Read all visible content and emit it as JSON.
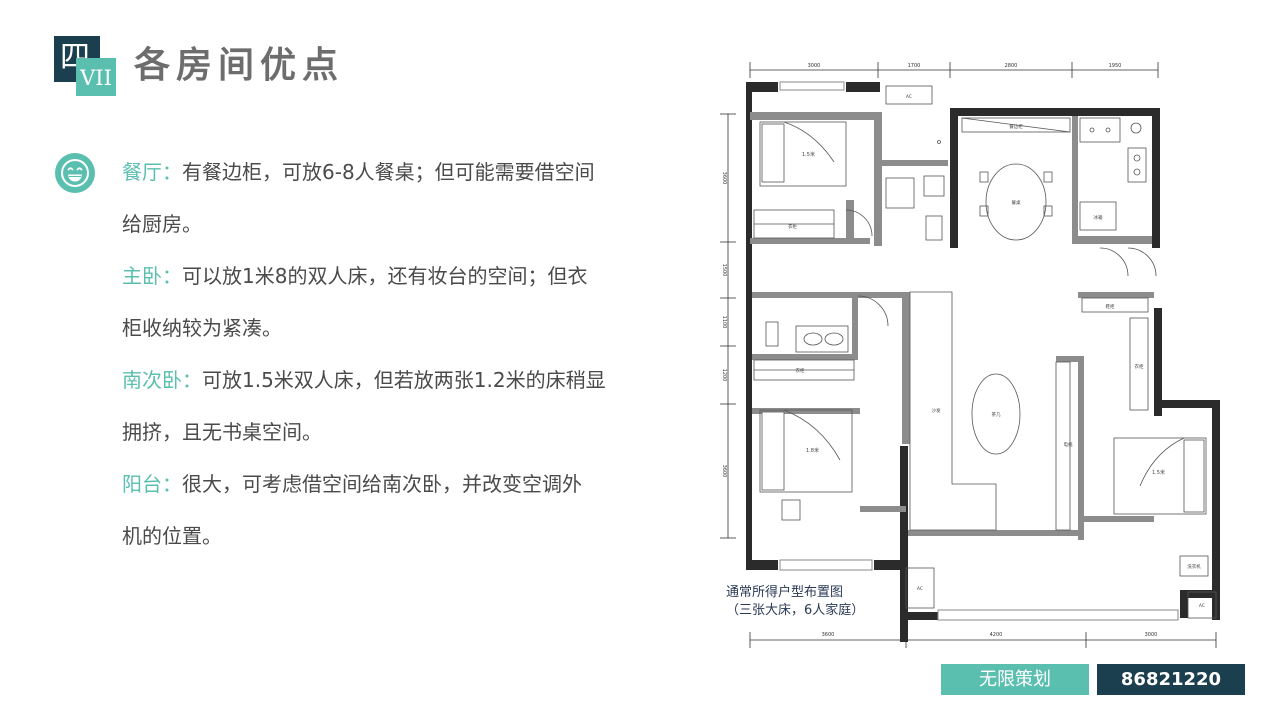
{
  "header": {
    "badge_top": "四",
    "badge_bottom": "VII",
    "title": "各房间优点"
  },
  "colors": {
    "teal": "#5bbfb0",
    "navy": "#1c3f4f",
    "title_gray": "#6d6d6d"
  },
  "icons": {
    "bullet": "smile-face-icon"
  },
  "points": [
    {
      "label": "餐厅：",
      "lines": [
        "有餐边柜，可放6-8人餐桌；但可能需要借空间",
        "给厨房。"
      ]
    },
    {
      "label": "主卧：",
      "lines": [
        "可以放1米8的双人床，还有妆台的空间；但衣",
        "柜收纳较为紧凑。"
      ]
    },
    {
      "label": "南次卧：",
      "lines": [
        "可放1.5米双人床，但若放两张1.2米的床稍显",
        "拥挤，且无书桌空间。"
      ]
    },
    {
      "label": "阳台：",
      "lines": [
        "很大，可考虑借空间给南次卧，并改变空调外",
        "机的位置。"
      ]
    }
  ],
  "floorplan": {
    "caption_line1": "通常所得户型布置图",
    "caption_line2": "（三张大床，6人家庭）",
    "dims_top": [
      "3000",
      "1700",
      "2800",
      "1950"
    ],
    "dims_bottom": [
      "3600",
      "4200",
      "3000"
    ],
    "dims_left": [
      "3600",
      "1500",
      "1100",
      "1200",
      "3600"
    ],
    "labels": {
      "ac": "AC",
      "sideboard": "餐边柜",
      "dining_table": "餐桌",
      "fridge": "冰箱",
      "bed_15": "1.5米",
      "bed_18": "1.8米",
      "wardrobe": "衣柜",
      "shoe_cabinet": "鞋柜",
      "sofa": "沙发",
      "tea_table": "茶几",
      "tv": "电视",
      "washer": "洗衣机"
    }
  },
  "footer": {
    "brand": "无限策划",
    "phone": "86821220"
  }
}
